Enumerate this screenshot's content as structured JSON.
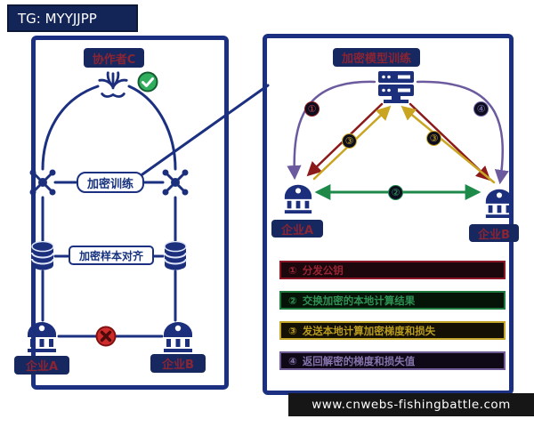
{
  "header": {
    "tg_label": "TG: MYYJJPP"
  },
  "footer": {
    "watermark": "www.cnwebs-fishingbattle.com"
  },
  "left_panel": {
    "collaborator_label": "协作者C",
    "training_label": "加密训练",
    "alignment_label": "加密样本对齐",
    "company_a": "企业A",
    "company_b": "企业B"
  },
  "right_panel": {
    "title": "加密模型训练",
    "company_a": "企业A",
    "company_b": "企业B",
    "badges": {
      "b1": "①",
      "b2": "②",
      "b3": "③",
      "b4": "④"
    },
    "legend": [
      {
        "number": "①",
        "label": "分发公钥"
      },
      {
        "number": "②",
        "label": "交换加密的本地计算结果"
      },
      {
        "number": "③",
        "label": "发送本地计算加密梯度和损失"
      },
      {
        "number": "④",
        "label": "返回解密的梯度和损失值"
      }
    ]
  },
  "colors": {
    "panel_border": "#1b3080",
    "navy_icon": "#1b2f7d",
    "step1_red": "#8c1a1a",
    "step2_green": "#1e8a4a",
    "step3_yellow": "#c9a522",
    "step4_purple": "#6b5b9e",
    "check_green": "#2fae5e",
    "cross_red": "#cf2b2b"
  }
}
